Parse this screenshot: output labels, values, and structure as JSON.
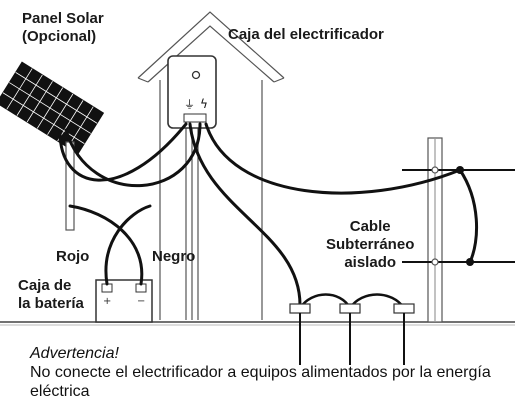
{
  "labels": {
    "solar_panel": [
      "Panel Solar",
      "(Opcional)"
    ],
    "energizer_box": "Caja del electrificador",
    "red_wire": "Rojo",
    "black_wire": "Negro",
    "battery_box": [
      "Caja de",
      "la batería"
    ],
    "underground_cable": [
      "Cable",
      "Subterráneo",
      "aislado"
    ],
    "ground_symbol": "⏚",
    "lightning_symbol": "ϟ",
    "battery_plus": "+",
    "battery_minus": "−"
  },
  "warning": {
    "title": "Advertencia!",
    "text": "No conecte el electrificador a equipos alimentados por la energía  eléctrica"
  }
}
